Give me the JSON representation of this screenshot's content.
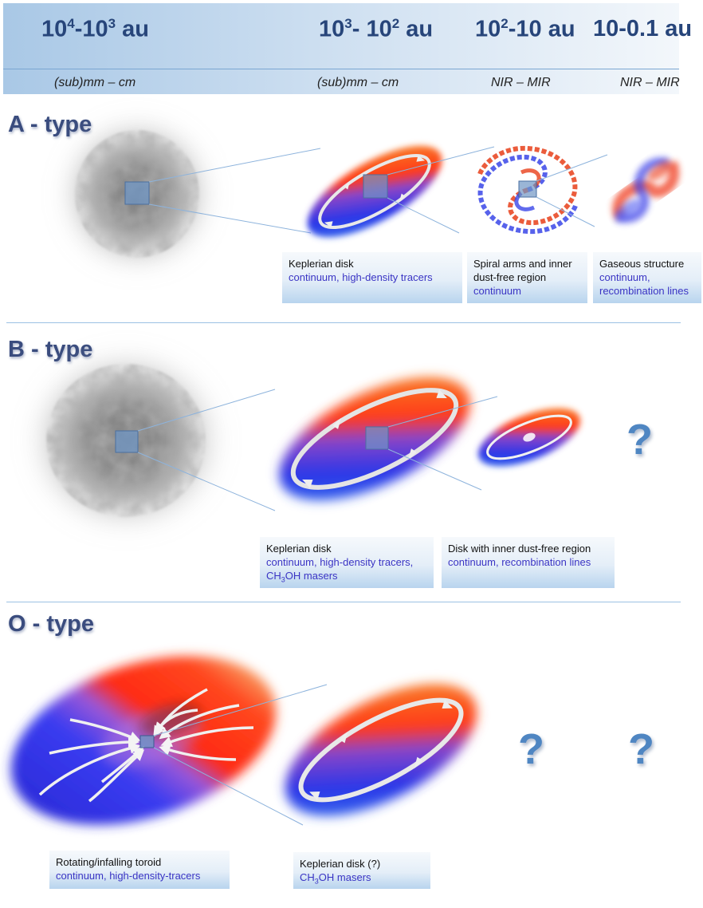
{
  "header": {
    "scales": [
      {
        "base1": "10",
        "exp1": "4",
        "base2": "-10",
        "exp2": "3",
        "unit": " au"
      },
      {
        "base1": "10",
        "exp1": "3",
        "base2": "- 10",
        "exp2": "2",
        "unit": " au"
      },
      {
        "base1": "10",
        "exp1": "2",
        "base2": "-10 au",
        "exp2": "",
        "unit": ""
      },
      {
        "base1": "10-0.1 au",
        "exp1": "",
        "base2": "",
        "exp2": "",
        "unit": ""
      }
    ],
    "bands": [
      "(sub)mm – cm",
      "(sub)mm – cm",
      "NIR – MIR",
      "NIR – MIR"
    ]
  },
  "sections": {
    "a": {
      "title": "A - type",
      "captions": [
        {
          "line1": "Keplerian disk",
          "line2": "continuum, high-density tracers"
        },
        {
          "line1": "Spiral arms and inner",
          "line1b": "dust-free region",
          "line2": "continuum"
        },
        {
          "line1": "Gaseous structure",
          "line2": "continuum,",
          "line2b": "recombination lines"
        }
      ]
    },
    "b": {
      "title": "B - type",
      "captions": [
        {
          "line1": "Keplerian disk",
          "line2": "continuum, high-density tracers,",
          "chem_pre": "CH",
          "chem_sub": "3",
          "chem_post": "OH masers"
        },
        {
          "line1": "Disk with inner dust-free region",
          "line2": "continuum, recombination lines"
        }
      ],
      "unknown": "?"
    },
    "o": {
      "title": "O - type",
      "captions": [
        {
          "line1": "Rotating/infalling toroid",
          "line2": "continuum, high-density-tracers"
        },
        {
          "line1": "Keplerian disk (?)",
          "chem_pre": "CH",
          "chem_sub": "3",
          "chem_post": "OH masers"
        }
      ],
      "unknown": [
        "?",
        "?"
      ]
    }
  },
  "colors": {
    "blue": "#2a36e8",
    "red": "#e8401a",
    "header_text": "#27457a",
    "tracer_text": "#3a34c4"
  }
}
